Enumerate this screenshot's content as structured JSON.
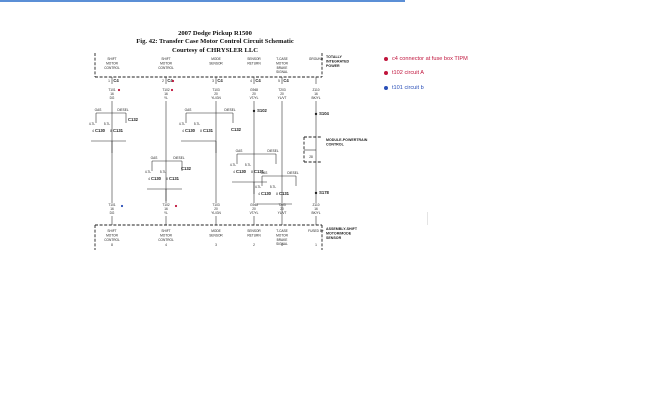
{
  "header": {
    "line1": "2007 Dodge Pickup R1500",
    "line2": "Fig. 42: Transfer Case Motor Control Circuit Schematic",
    "line3": "Courtesy of CHRYSLER LLC"
  },
  "legend": [
    {
      "label": "c4 connector at fuse box TIPM",
      "color": "#c0143c"
    },
    {
      "label": "t102 circuit A",
      "color": "#c0143c"
    },
    {
      "label": "t101 circuit b",
      "color": "#2a4fb8"
    }
  ],
  "modules": {
    "tipm": "TOTALLY INTEGRATED POWER",
    "pcm": "MODULE-POWERTRAIN CONTROL",
    "motor": "ASSEMBLY-SHIFT MOTOR/MODE SENSOR"
  },
  "top_labels": [
    "SHIFT MOTOR CONTROL",
    "SHIFT MOTOR CONTROL",
    "MODE SENSOR",
    "SENSOR RETURN",
    "T-CASE MOTOR BRAKE SIGNAL",
    "GROUND"
  ],
  "bottom_labels": [
    "SHIFT MOTOR CONTROL",
    "SHIFT MOTOR CONTROL",
    "MODE SENSOR",
    "SENSOR RETURN",
    "T-CASE MOTOR BRAKE SIGNAL",
    "FUSED B+"
  ],
  "connector_c4": [
    "C4",
    "C4",
    "C4",
    "C4",
    "C4"
  ],
  "top_pins": [
    "1",
    "2",
    "3",
    "4",
    "5"
  ],
  "bottom_pins": [
    "8",
    "4",
    "3",
    "2",
    "5",
    "1"
  ],
  "circuits": [
    {
      "id": "T101",
      "gauge": "16",
      "color": "DG"
    },
    {
      "id": "T102",
      "gauge": "16",
      "color": "YL"
    },
    {
      "id": "T103",
      "gauge": "20",
      "color": "YL/GN"
    },
    {
      "id": "G948",
      "gauge": "20",
      "color": "VT/YL"
    },
    {
      "id": "T203",
      "gauge": "20",
      "color": "YL/VT"
    },
    {
      "id": "Z110",
      "gauge": "16",
      "color": "BK/YL"
    }
  ],
  "splices": [
    "S104",
    "S102",
    "S178"
  ],
  "connectors": [
    "C130",
    "C131",
    "C132"
  ],
  "variants": [
    "GAS",
    "DIESEL"
  ],
  "abbrev": [
    "4.7L",
    "5.7L"
  ]
}
